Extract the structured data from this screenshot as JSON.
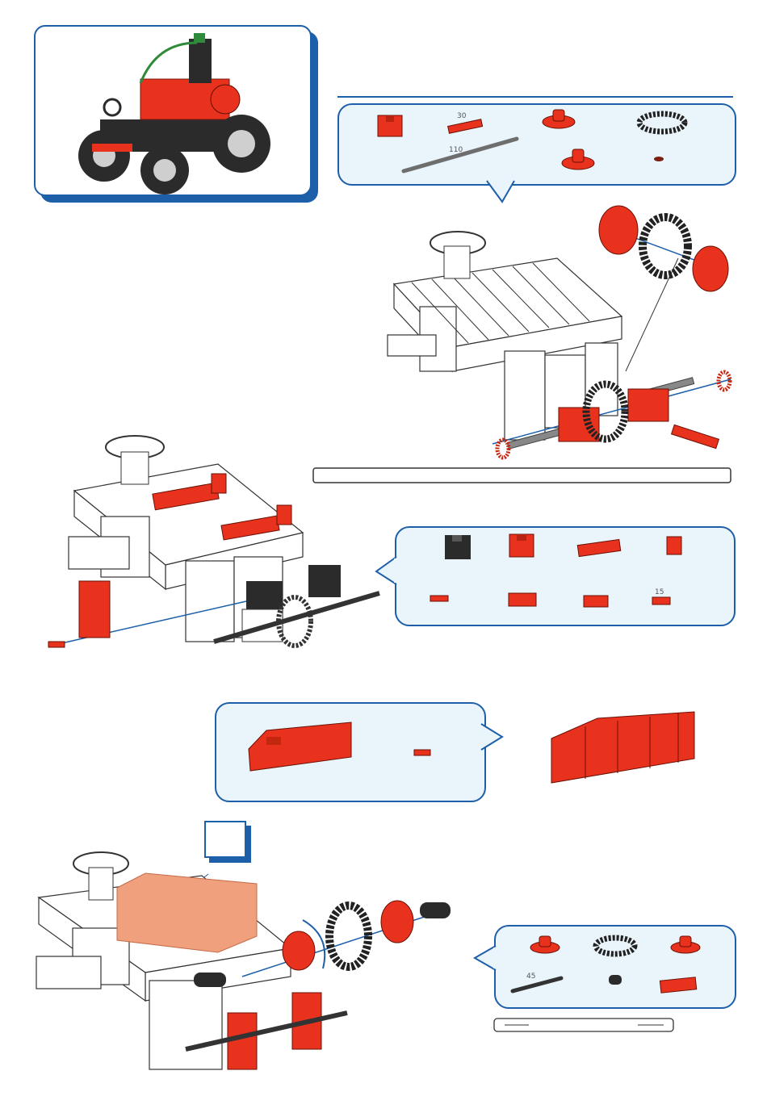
{
  "part_labels": {
    "rod_110": "110",
    "strut_30": "30",
    "strut_15": "15",
    "axle_45": "45"
  },
  "colors": {
    "frame_blue": "#1d5fa8",
    "bubble_fill": "#e9f4fb",
    "part_red": "#e8321e",
    "part_dark": "#222222",
    "part_grey": "#8a8a8a"
  },
  "icons": [
    "tractor-model-image",
    "building-block-red",
    "strut-red",
    "rod-grey",
    "hub-nut-red",
    "gear-black",
    "spacer-small",
    "motor-red",
    "crank-red"
  ]
}
